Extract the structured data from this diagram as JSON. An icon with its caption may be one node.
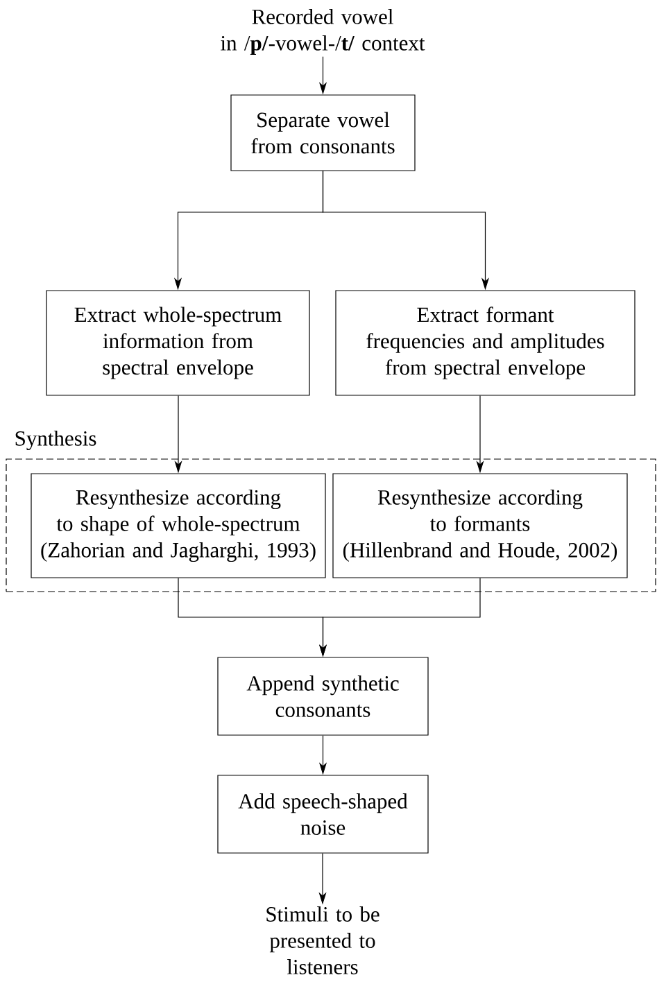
{
  "diagram": {
    "nodes": [
      {
        "text": [
          "Recorded vowel in /**p/**-vowel-/**t/** context"
        ]
      },
      {
        "text": [
          "Separate vowel from consonants"
        ]
      },
      {
        "text": [
          "Extract whole-spectrum information from spectral envelope"
        ]
      },
      {
        "text": [
          "Extract formant frequencies and amplitudes from spectral envelope"
        ]
      },
      {
        "text": [
          "Synthesis"
        ]
      },
      {
        "text": [
          "Resynthesize according to shape of whole-spectrum (Zahorian and Jagharghi, 1993)"
        ],
        "in": 4
      },
      {
        "text": [
          "Resynthesize according to formants (Hillenbrand and Houde, 2002)"
        ],
        "in": 4
      },
      {
        "text": [
          "Append synthetic consonants"
        ]
      },
      {
        "text": [
          "Add speech-shaped noise"
        ]
      },
      {
        "text": [
          "Stimuli to be presented to listeners"
        ]
      }
    ],
    "edges": [
      {
        "from": 0,
        "to": 1,
        "arrow": "to"
      },
      {
        "from": 1,
        "to": 2,
        "arrow": "to"
      },
      {
        "from": 1,
        "to": 3,
        "arrow": "to"
      },
      {
        "from": 2,
        "to": 5,
        "arrow": "to"
      },
      {
        "from": 3,
        "to": 6,
        "arrow": "to"
      },
      {
        "from": 5,
        "to": 7,
        "arrow": "to"
      },
      {
        "from": 6,
        "to": 7,
        "arrow": "to"
      },
      {
        "from": 7,
        "to": 8,
        "arrow": "to"
      },
      {
        "from": 8,
        "to": 9,
        "arrow": "to"
      }
    ]
  }
}
